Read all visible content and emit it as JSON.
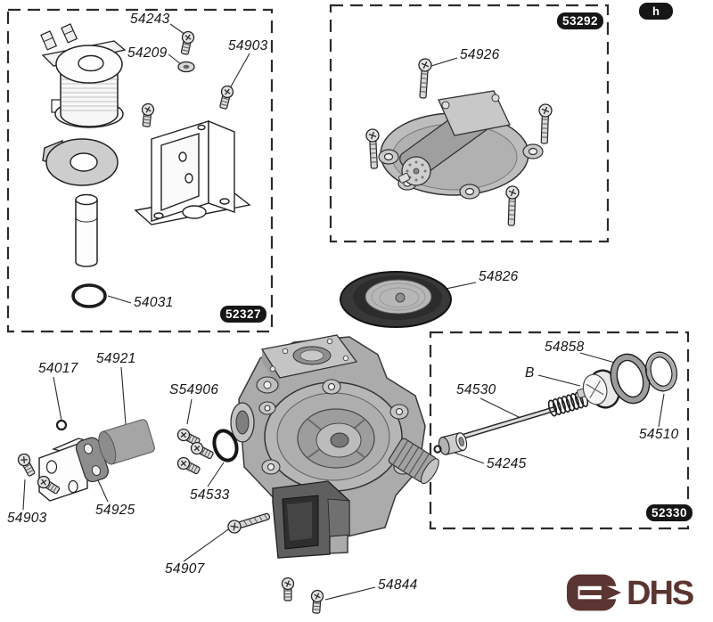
{
  "corner_tag": "h",
  "badges": {
    "coil_group": "52327",
    "motor_group": "53292",
    "valve_group": "52330"
  },
  "labels": {
    "p54243": "54243",
    "p54209": "54209",
    "p54903_top": "54903",
    "p54031": "54031",
    "p54926": "54926",
    "p54826": "54826",
    "p54017": "54017",
    "p54921": "54921",
    "ps54906": "S54906",
    "p54533": "54533",
    "p54925": "54925",
    "p54903_bottom": "54903",
    "p54907": "54907",
    "p54844": "54844",
    "p54858": "54858",
    "pB": "B",
    "p54530": "54530",
    "p54510": "54510",
    "p54245": "54245"
  },
  "logo": {
    "text": "DHS"
  },
  "colors": {
    "badge_bg": "#161616",
    "badge_text": "#ffffff",
    "logo": "#5b3531",
    "line": "#222222"
  }
}
